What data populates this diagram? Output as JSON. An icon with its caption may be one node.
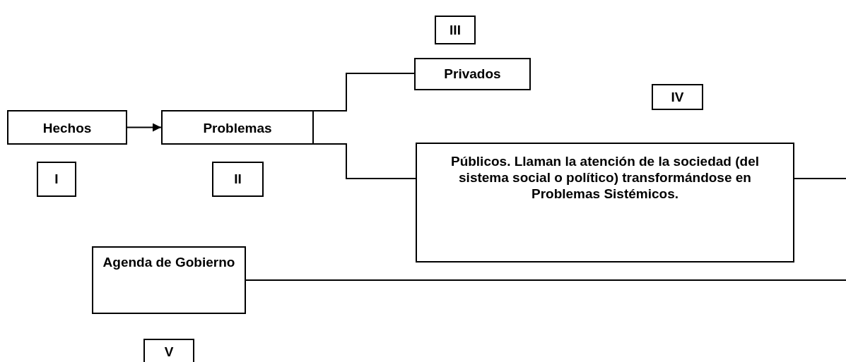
{
  "diagram": {
    "nodes": [
      {
        "text": [
          "III"
        ]
      },
      {
        "text": [
          "Privados"
        ]
      },
      {
        "text": [
          "IV"
        ]
      },
      {
        "text": [
          "Hechos"
        ]
      },
      {
        "text": [
          "Problemas"
        ]
      },
      {
        "text": [
          "Públicos. Llaman la atención de la sociedad (del sistema social o político) transformándose en Problemas Sistémicos."
        ]
      },
      {
        "text": [
          "I"
        ]
      },
      {
        "text": [
          "II"
        ]
      },
      {
        "text": [
          "Agenda de Gobierno"
        ]
      },
      {
        "text": [
          "V"
        ]
      }
    ],
    "edges": [
      {
        "from": 3,
        "to": 4,
        "arrow": "to"
      },
      {
        "from": 4,
        "to": 1,
        "arrow": "none"
      },
      {
        "from": 4,
        "to": 5,
        "arrow": "none"
      },
      {
        "from": 5,
        "to": null,
        "arrow": "none"
      },
      {
        "from": 8,
        "to": null,
        "arrow": "none"
      }
    ]
  }
}
